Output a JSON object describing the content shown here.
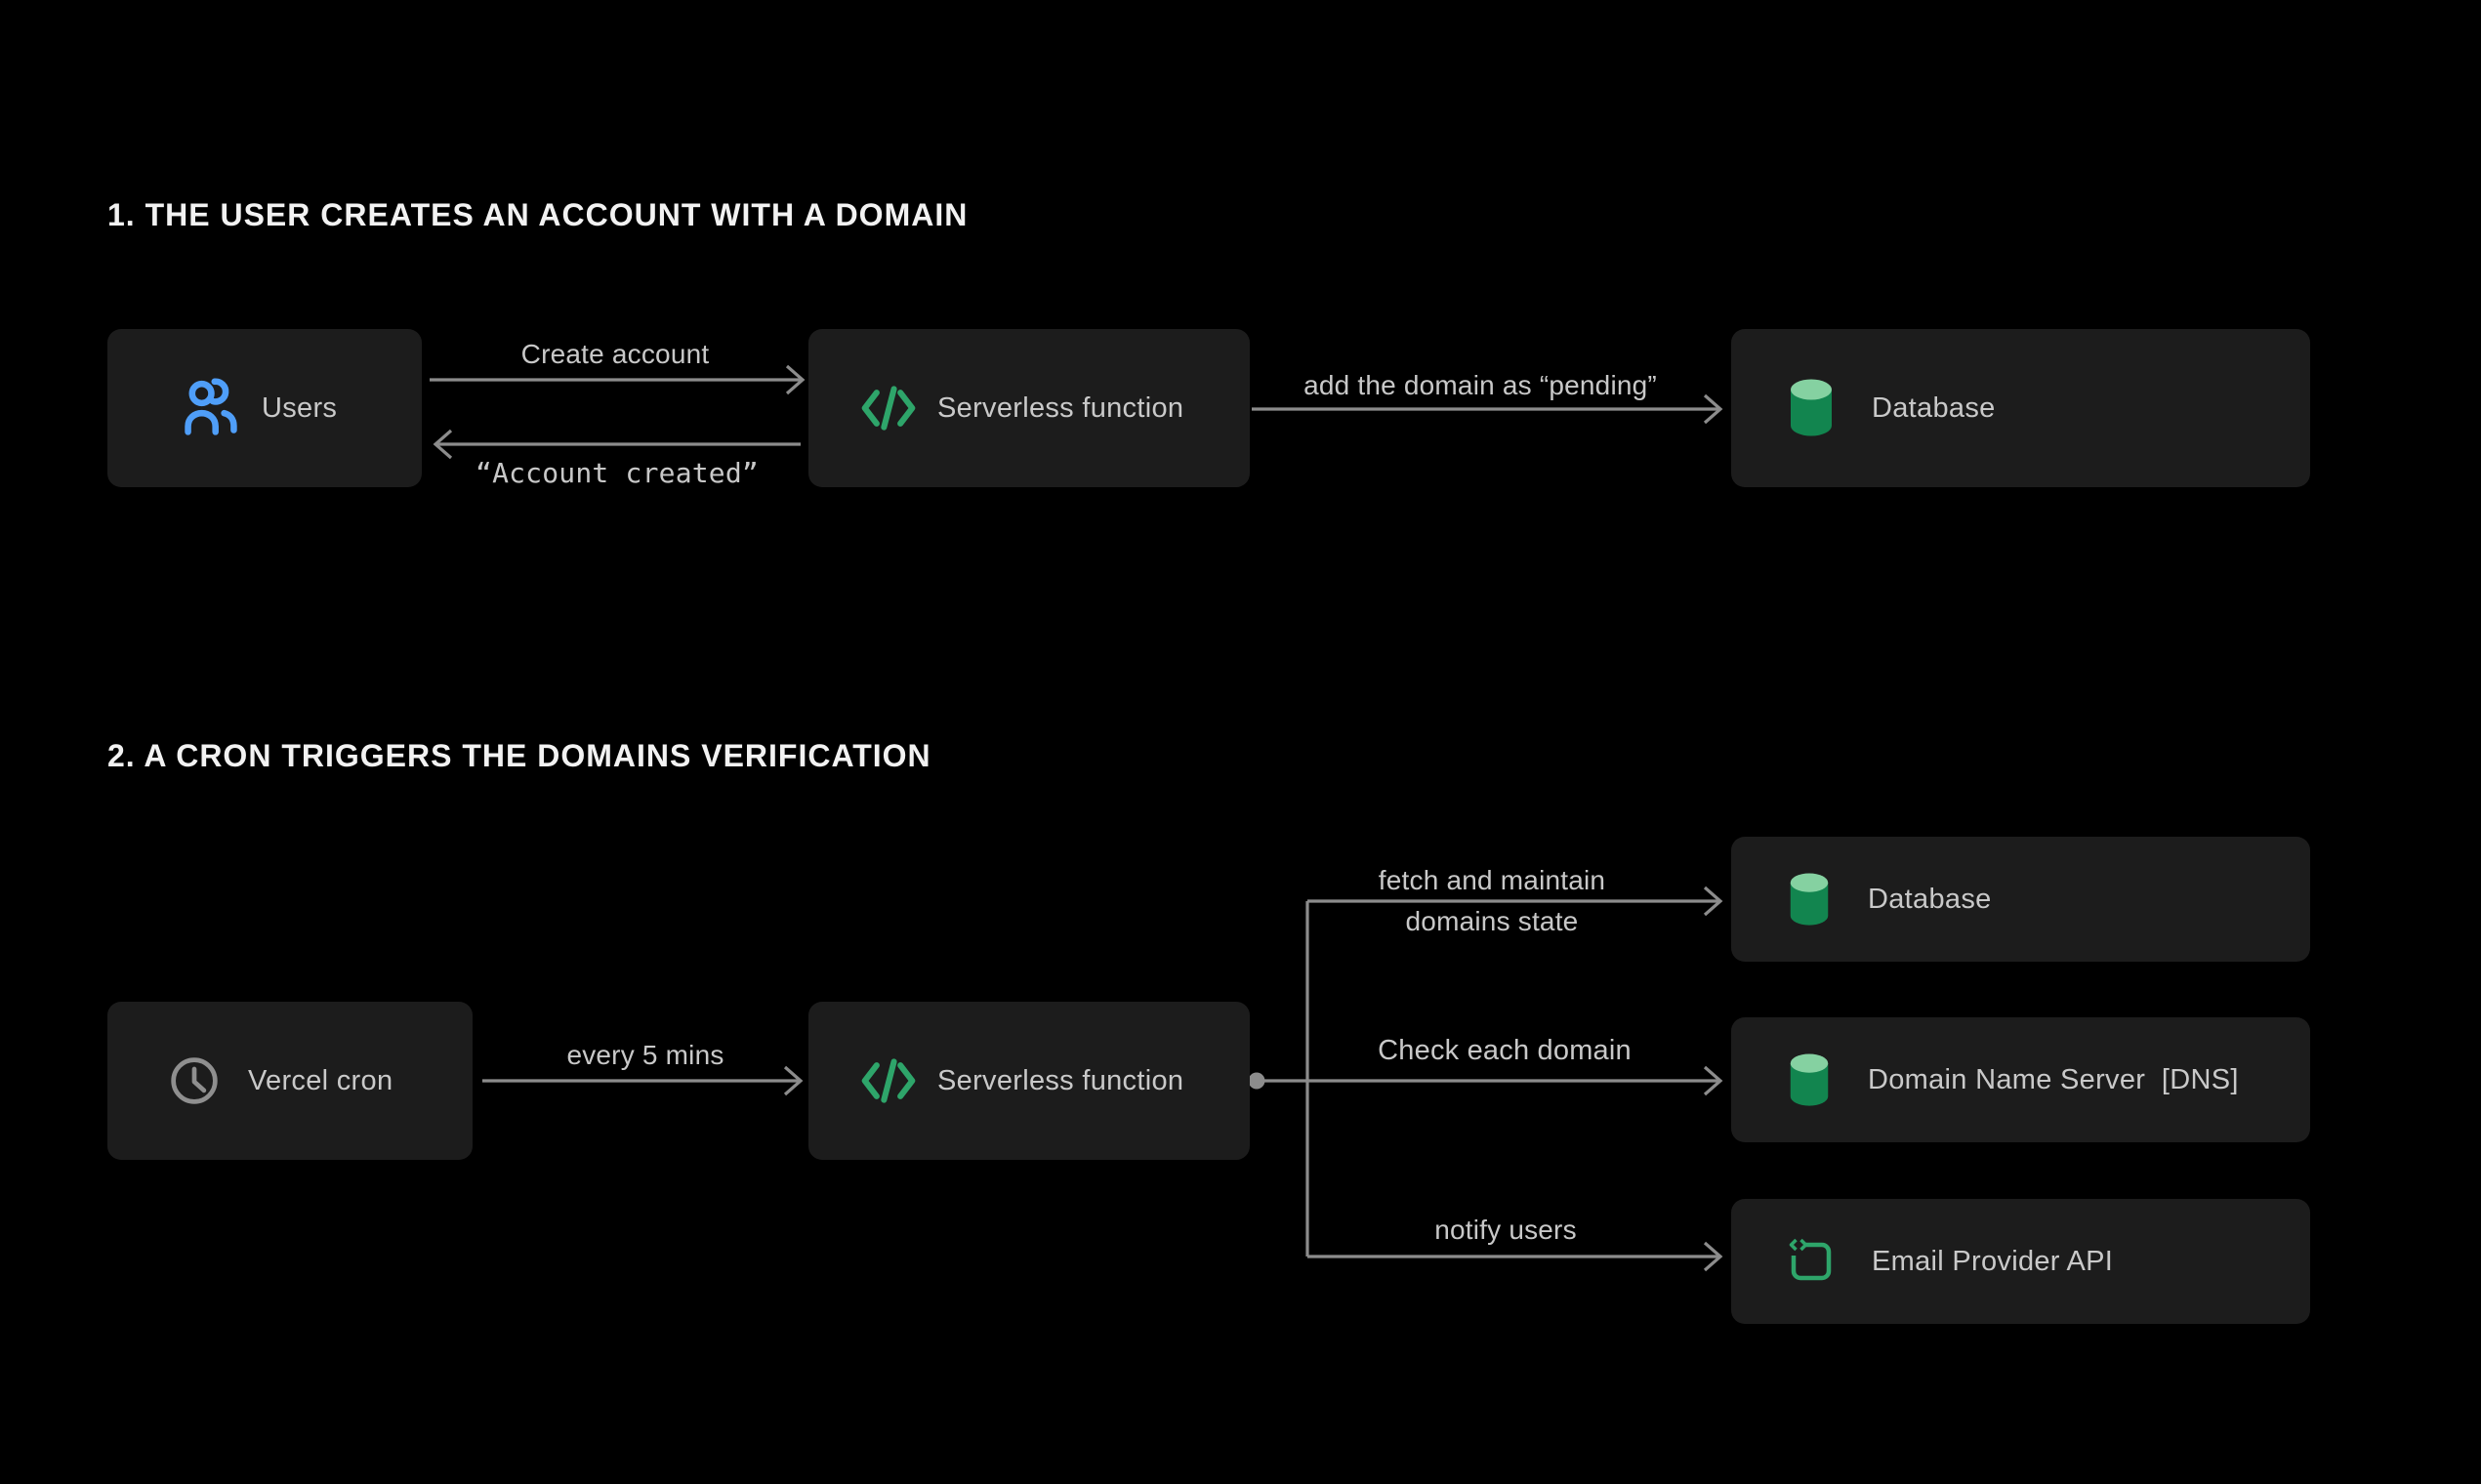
{
  "colors": {
    "background": "#000000",
    "box_background": "#1c1c1c",
    "box_text": "#c9c9c9",
    "title_text": "#f2f2f2",
    "arrow": "#8c8c8c",
    "arrow_label": "#c8c8c8",
    "icon_blue": "#4f9ef8",
    "icon_green": "#2ea56a",
    "database_top": "#85d1a1",
    "database_body": "#12854f",
    "clock_gray": "#8f8f8f"
  },
  "sections": [
    {
      "title": "1. THE USER CREATES AN ACCOUNT WITH A DOMAIN",
      "nodes": [
        {
          "label": "Users",
          "icon": "users-icon"
        },
        {
          "label": "Serverless function",
          "icon": "code-icon"
        },
        {
          "label": "Database",
          "icon": "database-icon"
        }
      ],
      "edges": [
        {
          "label": "Create account"
        },
        {
          "label": "“Account created”"
        },
        {
          "label": "add the domain as “pending”"
        }
      ]
    },
    {
      "title": "2. A CRON TRIGGERS THE DOMAINS VERIFICATION",
      "nodes": [
        {
          "label": "Vercel cron",
          "icon": "clock-icon"
        },
        {
          "label": "Serverless function",
          "icon": "code-icon"
        },
        {
          "label": "Database",
          "icon": "database-icon"
        },
        {
          "label": "Domain Name Server  [DNS]",
          "icon": "database-icon"
        },
        {
          "label": "Email Provider API",
          "icon": "api-icon"
        }
      ],
      "edges": [
        {
          "label": "every 5 mins"
        },
        {
          "label_line1": "fetch and maintain",
          "label_line2": "domains state"
        },
        {
          "label": "Check each domain"
        },
        {
          "label": "notify users"
        }
      ]
    }
  ]
}
